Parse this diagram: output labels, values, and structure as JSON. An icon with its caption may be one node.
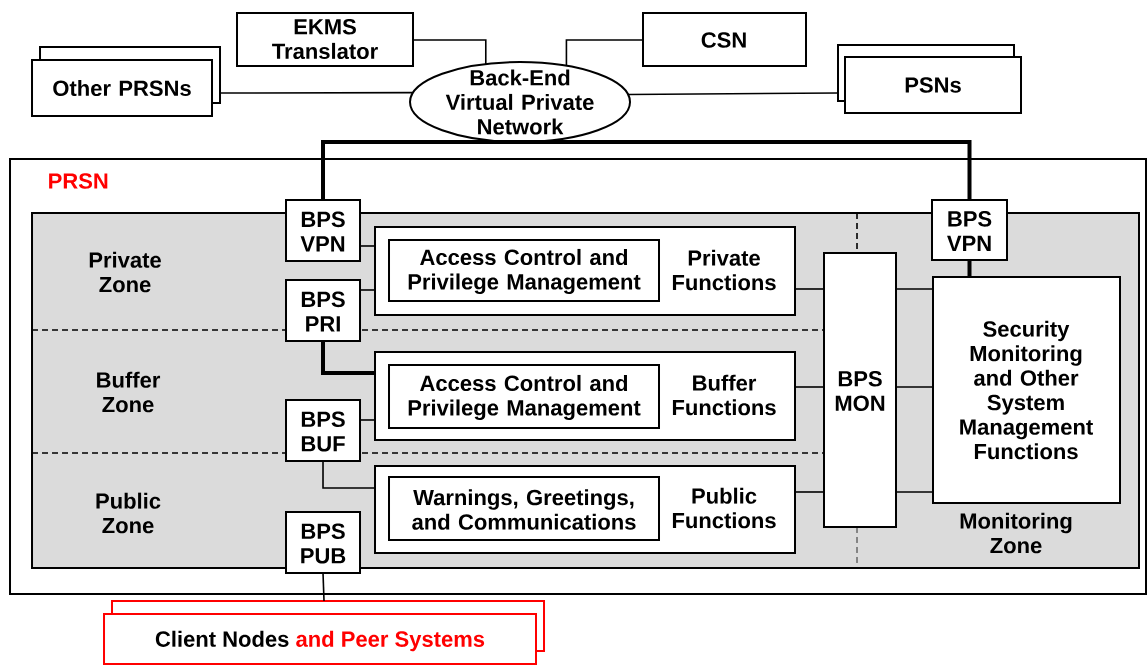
{
  "diagram": {
    "nodes": [
      {
        "text": [
          "Other PRSNs"
        ]
      },
      {
        "text": [
          "EKMS Translator"
        ]
      },
      {
        "text": [
          "Back-End Virtual Private Network"
        ]
      },
      {
        "text": [
          "CSN"
        ]
      },
      {
        "text": [
          "PSNs"
        ]
      },
      {
        "text": [
          "PRSN"
        ]
      },
      {
        "text": [
          "Private Zone",
          "Buffer Zone",
          "Public Zone",
          "Monitoring Zone"
        ],
        "in": 5
      },
      {
        "text": [
          "BPS VPN"
        ],
        "in": 5
      },
      {
        "text": [
          "Private Functions"
        ],
        "in": 6
      },
      {
        "text": [
          "Access Control and Privilege Management"
        ],
        "in": 8
      },
      {
        "text": [
          "BPS PRI"
        ],
        "in": 6
      },
      {
        "text": [
          "Buffer Functions"
        ],
        "in": 6
      },
      {
        "text": [
          "Access Control and Privilege Management"
        ],
        "in": 11
      },
      {
        "text": [
          "BPS BUF"
        ],
        "in": 6
      },
      {
        "text": [
          "Public Functions"
        ],
        "in": 6
      },
      {
        "text": [
          "Warnings, Greetings, and Communications"
        ],
        "in": 14
      },
      {
        "text": [
          "BPS PUB"
        ],
        "in": 6
      },
      {
        "text": [
          "BPS MON"
        ],
        "in": 6
      },
      {
        "text": [
          "BPS VPN"
        ],
        "in": 5
      },
      {
        "text": [
          "Security Monitoring and Other System Management Functions"
        ],
        "in": 6
      },
      {
        "text": [
          "Client Nodes",
          "and Peer Systems"
        ]
      }
    ],
    "edges": [
      {
        "from": 1,
        "to": 2,
        "arrow": "none"
      },
      {
        "from": 3,
        "to": 2,
        "arrow": "none"
      },
      {
        "from": 0,
        "to": 2,
        "arrow": "none"
      },
      {
        "from": 2,
        "to": 4,
        "arrow": "none"
      },
      {
        "from": 2,
        "to": 7,
        "arrow": "none",
        "style": "thick"
      },
      {
        "from": 2,
        "to": 18,
        "arrow": "none",
        "style": "thick"
      },
      {
        "from": 7,
        "to": 8,
        "arrow": "none"
      },
      {
        "from": 10,
        "to": 8,
        "arrow": "none"
      },
      {
        "from": 10,
        "to": 11,
        "arrow": "none",
        "style": "thick"
      },
      {
        "from": 13,
        "to": 11,
        "arrow": "none"
      },
      {
        "from": 13,
        "to": 14,
        "arrow": "none"
      },
      {
        "from": 16,
        "to": 20,
        "arrow": "none"
      },
      {
        "from": 8,
        "to": 17,
        "arrow": "none"
      },
      {
        "from": 11,
        "to": 17,
        "arrow": "none"
      },
      {
        "from": 14,
        "to": 17,
        "arrow": "none"
      },
      {
        "from": 17,
        "to": 19,
        "arrow": "none"
      },
      {
        "from": 17,
        "to": 19,
        "arrow": "none"
      },
      {
        "from": 17,
        "to": 19,
        "arrow": "none"
      },
      {
        "from": 18,
        "to": 19,
        "arrow": "none",
        "style": "thick"
      }
    ]
  }
}
